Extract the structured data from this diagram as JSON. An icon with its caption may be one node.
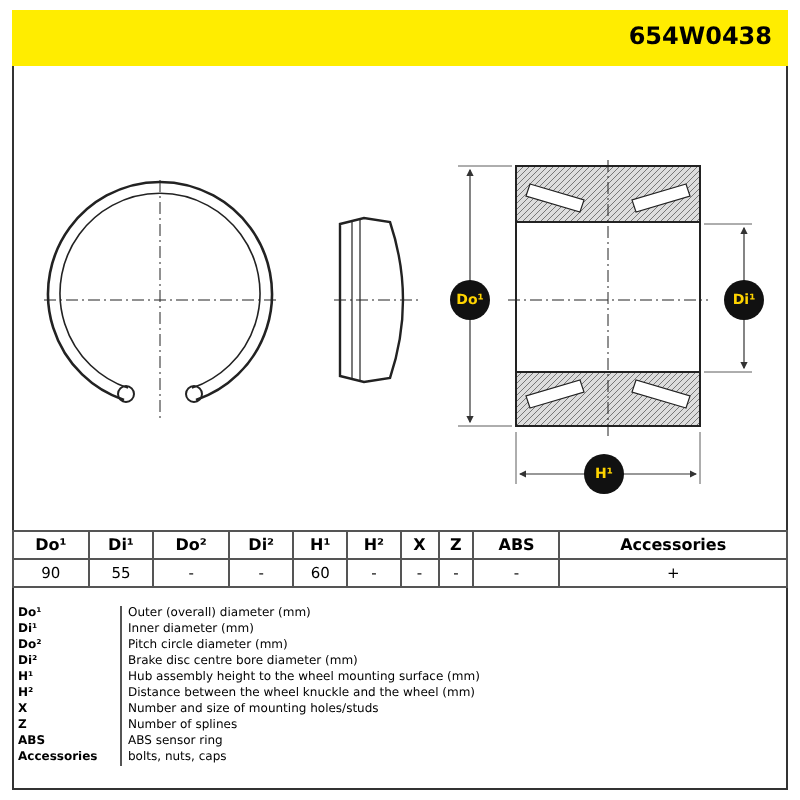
{
  "diagram": {
    "labels": [
      "654W0438",
      "Do¹",
      "Di¹",
      "H¹",
      "Do¹",
      "Di¹",
      "Do²",
      "Di²",
      "H¹",
      "H²",
      "X",
      "Z",
      "ABS",
      "Accessories",
      "90",
      "55",
      "-",
      "-",
      "60",
      "-",
      "-",
      "-",
      "-",
      "+",
      "Do¹",
      "Outer (overall) diameter (mm)",
      "Di¹",
      "Inner diameter (mm)",
      "Do²",
      "Pitch circle diameter (mm)",
      "Di²",
      "Brake disc centre bore diameter (mm)",
      "H¹",
      "Hub assembly height to the wheel mounting surface (mm)",
      "H²",
      "Distance between the wheel knuckle and the wheel (mm)",
      "X",
      "Number and size of mounting holes/studs",
      "Z",
      "Number of splines",
      "ABS",
      "ABS sensor ring",
      "Accessories",
      "bolts, nuts, caps"
    ]
  }
}
